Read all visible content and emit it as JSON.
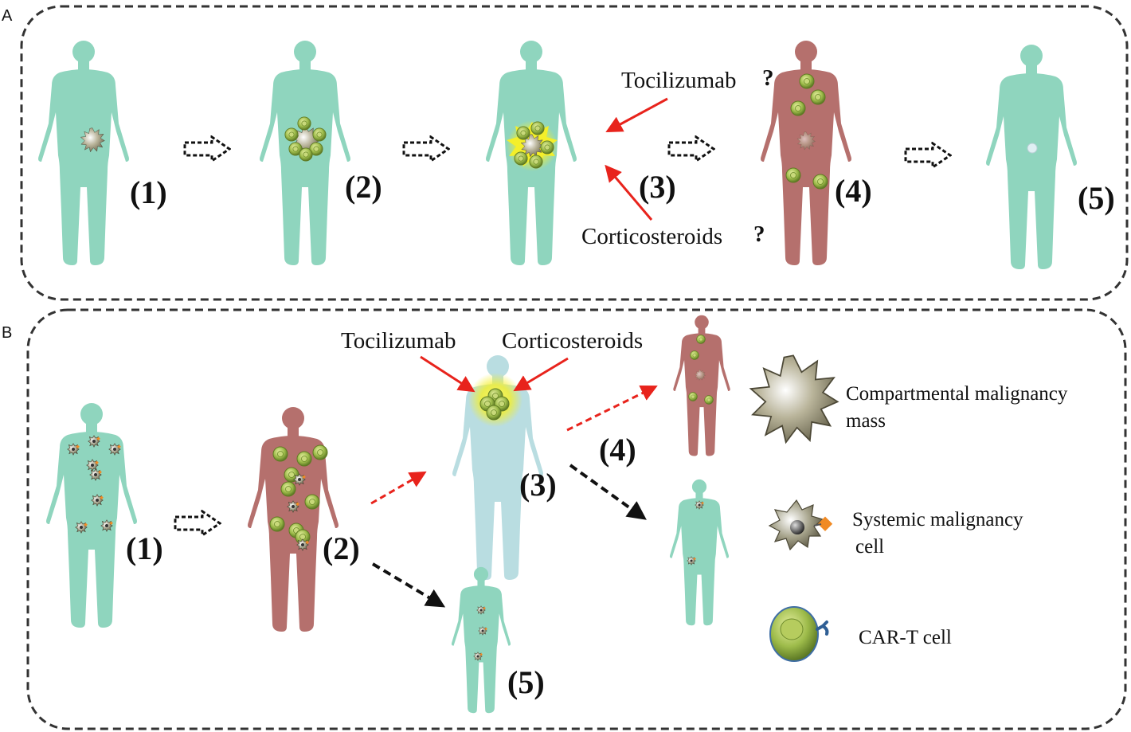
{
  "panel_a": {
    "label": "A",
    "steps": [
      "(1)",
      "(2)",
      "(3)",
      "(4)",
      "(5)"
    ],
    "drug_top": "Tocilizumab",
    "drug_bottom": "Corticosteroids",
    "question_mark": "?"
  },
  "panel_b": {
    "label": "B",
    "steps": [
      "(1)",
      "(2)",
      "(3)",
      "(4)",
      "(5)"
    ],
    "drug_left": "Tocilizumab",
    "drug_right": "Corticosteroids"
  },
  "legend": {
    "mass_line1": "Compartmental malignancy",
    "mass_line2": "mass",
    "systemic_line1": "Systemic malignancy",
    "systemic_line2": "cell",
    "cart": "CAR-T cell"
  },
  "colors": {
    "healthy_body": "#8fd5be",
    "inflamed_body": "#b5706d",
    "post_body": "#b9dde1",
    "red_arrow": "#e8231c",
    "car_t": "#7fa136",
    "tumor": "#8f8a70",
    "glow": "#f4ef2a"
  }
}
